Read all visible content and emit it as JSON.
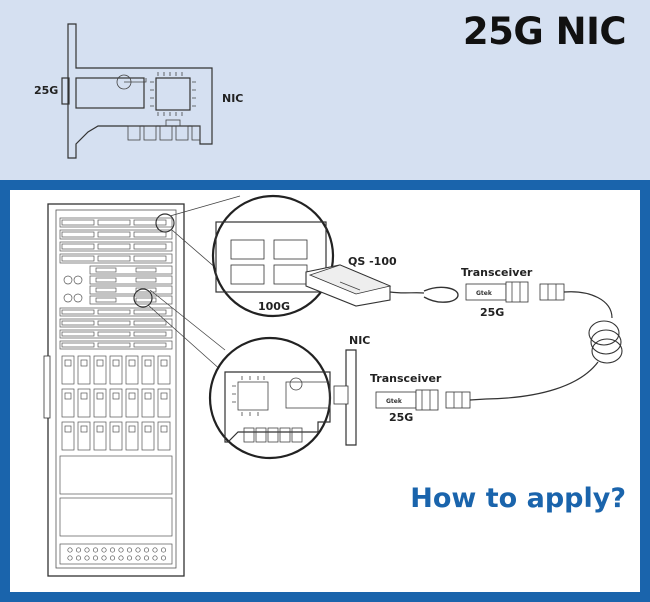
{
  "header": {
    "title": "25G NIC"
  },
  "card": {
    "port_label": "25G",
    "nic_label": "NIC"
  },
  "switch_detail": {
    "module_label": "QS  -100",
    "port_label": "100G"
  },
  "top_transceiver": {
    "label": "Transceiver",
    "speed": "25G",
    "brand": "Gtek"
  },
  "nic_detail": {
    "nic_label": "NIC"
  },
  "bottom_transceiver": {
    "label": "Transceiver",
    "speed": "25G",
    "brand": "Gtek"
  },
  "footer": {
    "question": "How to apply?"
  },
  "colors": {
    "header_bg": "#d5e0f1",
    "accent": "#1a64ac"
  }
}
